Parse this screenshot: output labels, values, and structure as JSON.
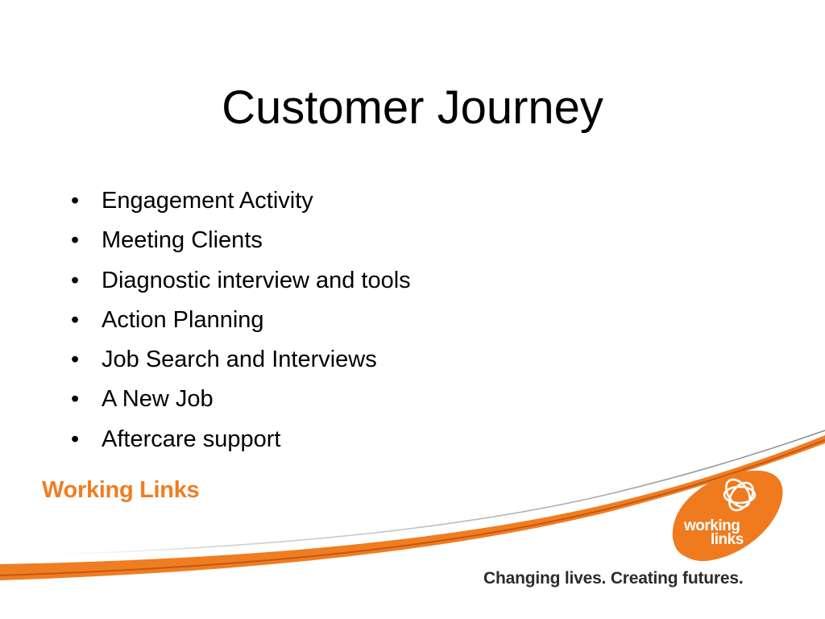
{
  "slide": {
    "title": "Customer Journey",
    "bullet_glyph": "•",
    "bullets": [
      "Engagement Activity",
      "Meeting Clients",
      "Diagnostic interview and tools",
      "Action Planning",
      "Job Search and Interviews",
      "A New Job",
      "Aftercare support"
    ]
  },
  "branding": {
    "wordmark": "Working Links",
    "logo_line1": "working",
    "logo_line2": "links",
    "tagline": "Changing lives. Creating futures.",
    "logo_icon": "interlocking-rings-icon",
    "colors": {
      "orange": "#ef7d22",
      "swoosh_gray": "#9a9a9a",
      "text": "#000000",
      "tagline": "#2b2b2b"
    }
  }
}
